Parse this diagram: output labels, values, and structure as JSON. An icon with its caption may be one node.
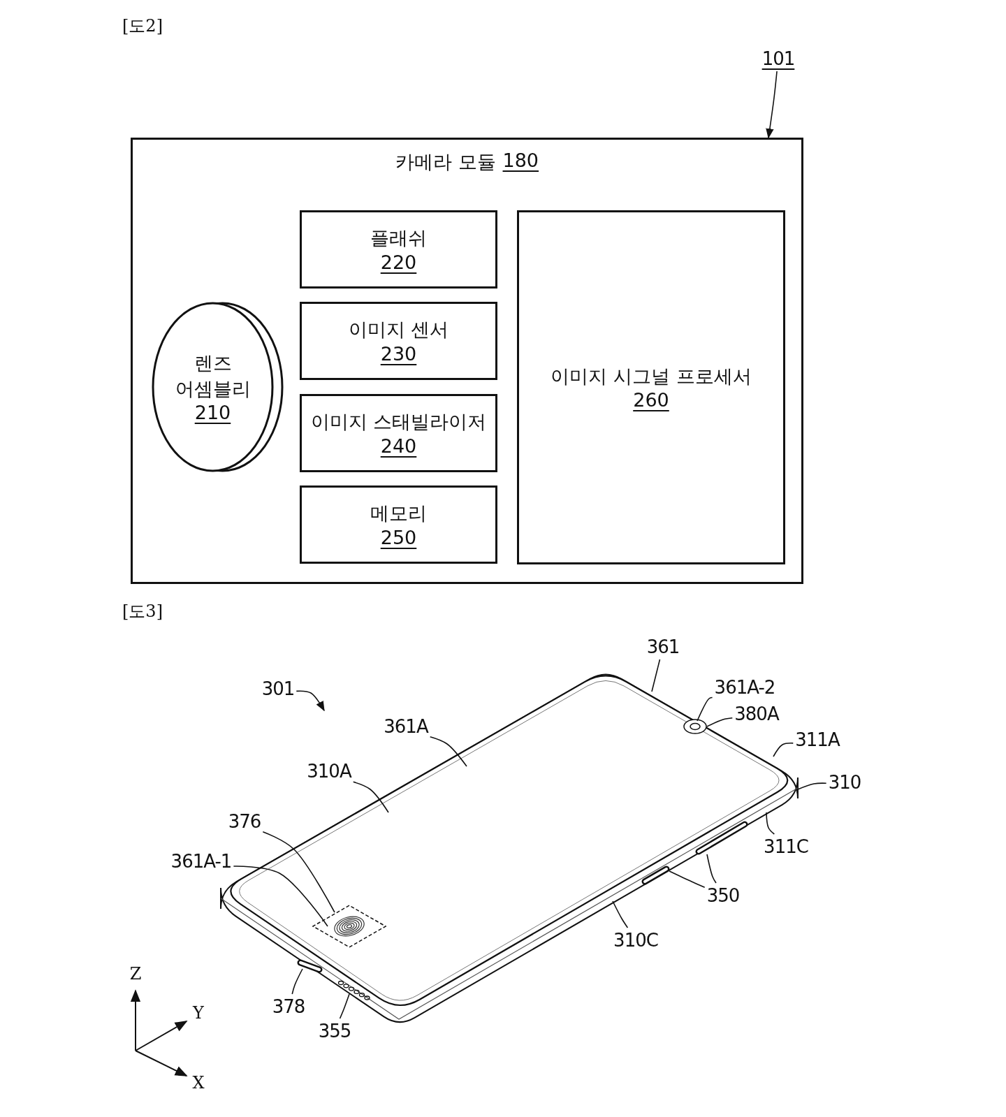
{
  "diagram": {
    "nodes": [
      {
        "text": [
          "카메라 모듈",
          "180"
        ]
      },
      {
        "text": [
          "렌즈 어셈블리",
          "210"
        ],
        "in": 0
      },
      {
        "text": [
          "플래쉬",
          "220"
        ],
        "in": 0
      },
      {
        "text": [
          "이미지 센서",
          "230"
        ],
        "in": 0
      },
      {
        "text": [
          "이미지 스태빌라이저",
          "240"
        ],
        "in": 0
      },
      {
        "text": [
          "메모리",
          "250"
        ],
        "in": 0
      },
      {
        "text": [
          "이미지 시그널 프로세서",
          "260"
        ],
        "in": 0
      },
      {
        "text": [
          "101"
        ]
      },
      {
        "text": [
          "301"
        ]
      },
      {
        "text": [],
        "shape": "picture"
      },
      {
        "text": [
          "361"
        ]
      },
      {
        "text": [
          "361A-2"
        ]
      },
      {
        "text": [
          "380A"
        ]
      },
      {
        "text": [
          "361A"
        ]
      },
      {
        "text": [
          "311A"
        ]
      },
      {
        "text": [
          "310A"
        ]
      },
      {
        "text": [
          "310"
        ]
      },
      {
        "text": [
          "376"
        ]
      },
      {
        "text": [
          "311C"
        ]
      },
      {
        "text": [
          "361A-1"
        ]
      },
      {
        "text": [
          "350"
        ]
      },
      {
        "text": [
          "310C"
        ]
      },
      {
        "text": [
          "378"
        ]
      },
      {
        "text": [
          "355"
        ]
      }
    ],
    "edges": [
      {
        "from": 7,
        "to": 0,
        "arrow": "to"
      },
      {
        "from": 8,
        "to": null,
        "arrow": "to"
      },
      {
        "from": 10,
        "to": 9,
        "arrow": "none"
      },
      {
        "from": 11,
        "to": 9,
        "arrow": "none"
      },
      {
        "from": 12,
        "to": 9,
        "arrow": "none"
      },
      {
        "from": 13,
        "to": 9,
        "arrow": "none"
      },
      {
        "from": 14,
        "to": 9,
        "arrow": "none"
      },
      {
        "from": 15,
        "to": 9,
        "arrow": "none"
      },
      {
        "from": 16,
        "to": 9,
        "arrow": "none"
      },
      {
        "from": 17,
        "to": 9,
        "arrow": "none"
      },
      {
        "from": 18,
        "to": 9,
        "arrow": "none"
      },
      {
        "from": 19,
        "to": 9,
        "arrow": "none"
      },
      {
        "from": 20,
        "to": 9,
        "arrow": "none"
      },
      {
        "from": 20,
        "to": 9,
        "arrow": "none"
      },
      {
        "from": 21,
        "to": 9,
        "arrow": "none"
      },
      {
        "from": 22,
        "to": 9,
        "arrow": "none"
      },
      {
        "from": 23,
        "to": 9,
        "arrow": "none"
      }
    ],
    "labels": [
      "[도2]",
      "[도3]",
      "Z",
      "Y",
      "X"
    ]
  }
}
